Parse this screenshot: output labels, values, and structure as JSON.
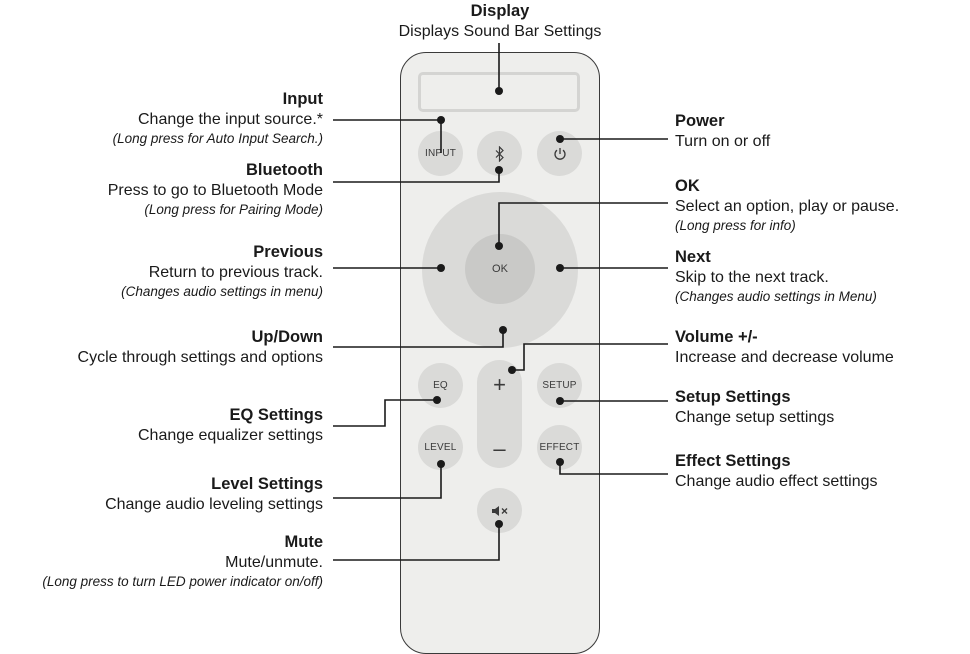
{
  "remote": {
    "buttons": {
      "input": "INPUT",
      "bluetooth_icon": "bluetooth-icon",
      "power_icon": "power-icon",
      "ok": "OK",
      "eq": "EQ",
      "setup": "SETUP",
      "level": "LEVEL",
      "effect": "EFFECT",
      "vol_plus": "+",
      "vol_minus": "–",
      "mute_icon": "mute-icon"
    }
  },
  "labels": {
    "display": {
      "title": "Display",
      "desc": "Displays Sound Bar Settings"
    },
    "input": {
      "title": "Input",
      "desc": "Change the input source.*",
      "note": "(Long press for Auto Input Search.)"
    },
    "bluetooth": {
      "title": "Bluetooth",
      "desc": "Press to go to Bluetooth Mode",
      "note": "(Long press for Pairing Mode)"
    },
    "previous": {
      "title": "Previous",
      "desc": "Return to previous track.",
      "note": "(Changes audio settings in menu)"
    },
    "updown": {
      "title": "Up/Down",
      "desc": "Cycle through settings and options"
    },
    "eq": {
      "title": "EQ Settings",
      "desc": "Change equalizer settings"
    },
    "level": {
      "title": "Level Settings",
      "desc": "Change audio leveling settings"
    },
    "mute": {
      "title": "Mute",
      "desc": "Mute/unmute.",
      "note": "(Long press to turn LED power indicator on/off)"
    },
    "power": {
      "title": "Power",
      "desc": "Turn on or off"
    },
    "ok": {
      "title": "OK",
      "desc": "Select an option, play or pause.",
      "note": "(Long press for info)"
    },
    "next": {
      "title": "Next",
      "desc": "Skip to the next track.",
      "note": "(Changes audio settings in Menu)"
    },
    "volume": {
      "title": "Volume +/-",
      "desc": "Increase and decrease volume"
    },
    "setup": {
      "title": "Setup Settings",
      "desc": "Change setup settings"
    },
    "effect": {
      "title": "Effect Settings",
      "desc": "Change audio effect settings"
    }
  }
}
